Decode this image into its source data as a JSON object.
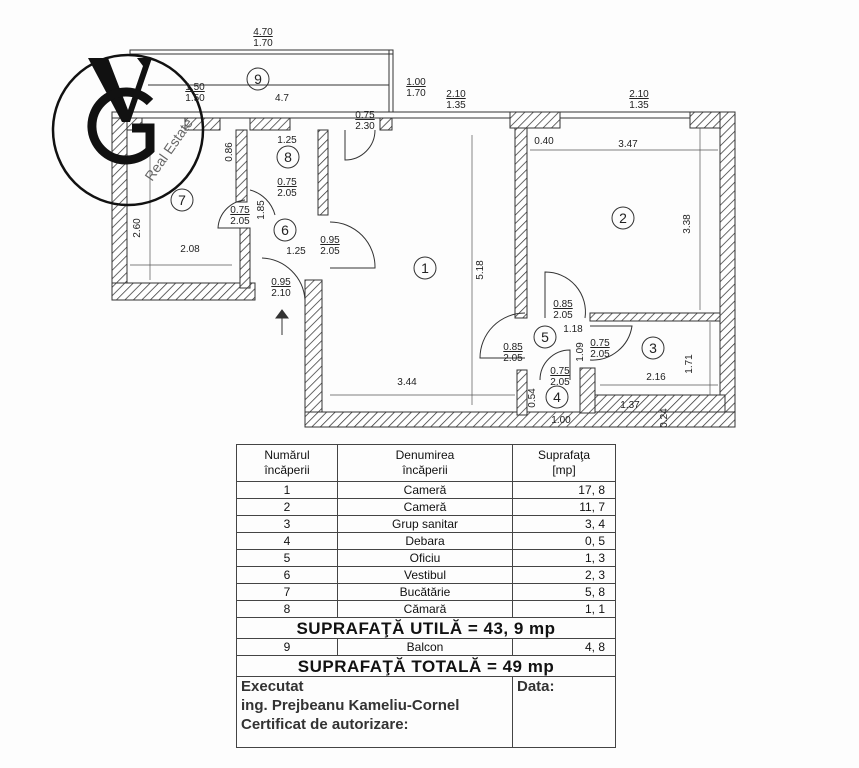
{
  "logo": {
    "monogram_v": "V",
    "monogram_g": "G",
    "text": "Real Estate"
  },
  "rooms": [
    "1",
    "2",
    "3",
    "4",
    "5",
    "6",
    "7",
    "8",
    "9"
  ],
  "dims": {
    "balcony_total": [
      "4.70",
      "1.70"
    ],
    "balcony_window": [
      "1.50",
      "1.50"
    ],
    "balcony_len": "4.7",
    "balcony_door": [
      "1.00",
      "1.70"
    ],
    "win_room1": [
      "2.10",
      "1.35"
    ],
    "win_room2": [
      "2.10",
      "1.35"
    ],
    "door_room1_top": [
      "0.75",
      "2.30"
    ],
    "r8_width": "1.25",
    "r8_depth": "0.86",
    "door_r8": [
      "0.75",
      "2.05"
    ],
    "r7_height": "2.60",
    "door_r7": [
      "0.75",
      "2.05"
    ],
    "r6_len": "1.85",
    "r6_width": "1.25",
    "door_r6_r1": [
      "0.95",
      "2.05"
    ],
    "r7_width": "2.08",
    "entry_door": [
      "0.95",
      "2.10"
    ],
    "r1_len": "5.18",
    "r1_width": "3.44",
    "r2_offset": "0.40",
    "r2_width": "3.47",
    "r2_len": "3.38",
    "door_r2": [
      "0.85",
      "2.05"
    ],
    "r5_width": "1.18",
    "door_r5_r1": [
      "0.85",
      "2.05"
    ],
    "door_r3": [
      "0.75",
      "2.05"
    ],
    "r5_len": "1.09",
    "r3_len": "1.71",
    "door_r4": [
      "0.75",
      "2.05"
    ],
    "r3_width": "2.16",
    "r4_depth": "0.54",
    "r4_width": "1.00",
    "r3_bottom": "1.37",
    "r3_step": "0.24"
  },
  "table": {
    "headers": [
      "Numărul încăperii",
      "Denumirea încăperii",
      "Suprafaţa [mp]"
    ],
    "header_lines": [
      [
        "Numărul",
        "încăperii"
      ],
      [
        "Denumirea",
        "încăperii"
      ],
      [
        "Suprafaţa",
        "[mp]"
      ]
    ],
    "rows": [
      {
        "no": "1",
        "name": "Cameră",
        "area": "17, 8"
      },
      {
        "no": "2",
        "name": "Cameră",
        "area": "11, 7"
      },
      {
        "no": "3",
        "name": "Grup sanitar",
        "area": "3, 4"
      },
      {
        "no": "4",
        "name": "Debara",
        "area": "0, 5"
      },
      {
        "no": "5",
        "name": "Oficiu",
        "area": "1, 3"
      },
      {
        "no": "6",
        "name": "Vestibul",
        "area": "2, 3"
      },
      {
        "no": "7",
        "name": "Bucătărie",
        "area": "5, 8"
      },
      {
        "no": "8",
        "name": "Cămară",
        "area": "1, 1"
      }
    ],
    "useful_total": "SUPRAFAŢĂ  UTILĂ = 43, 9 mp",
    "balcony_row": {
      "no": "9",
      "name": "Balcon",
      "area": "4, 8"
    },
    "grand_total": "SUPRAFAŢĂ  TOTALĂ = 49 mp",
    "executed": [
      "Executat",
      "ing. Prejbeanu Kameliu-Cornel",
      "Certificat de autorizare:"
    ],
    "date_label": "Data:"
  }
}
